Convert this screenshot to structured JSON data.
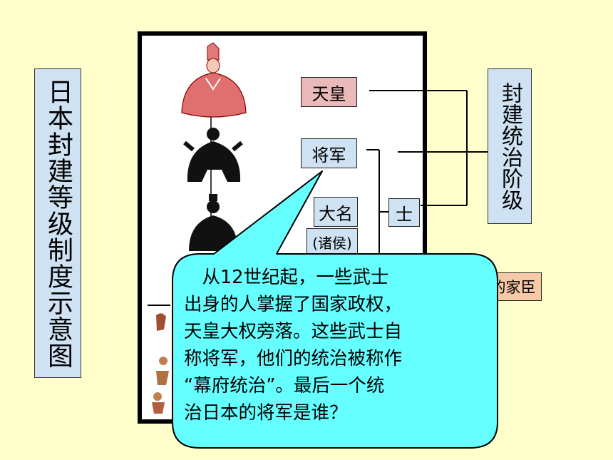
{
  "left_title": "日本封建等级制度示意图",
  "right_title": "封建统治阶级",
  "boxes": {
    "tianhuang": "天皇",
    "jiangjun": "将军",
    "daming": "大名",
    "zhuhou": "(诸侯)",
    "shi": "士",
    "jiachen": "的家臣"
  },
  "bubble_lines": [
    "　从12世纪起，一些武士",
    "出身的人掌握了国家政权，",
    "天皇大权旁落。这些武士自",
    "称将军，他们的统治被称作",
    "“幕府统治”。最后一个统",
    "治日本的将军是谁？"
  ],
  "colors": {
    "background": "#ffffcc",
    "label_box": "#cfe2f3",
    "emperor_box": "#eab9b9",
    "retainer_box": "#f6c9a7",
    "bubble_fill": "#66ffff"
  }
}
